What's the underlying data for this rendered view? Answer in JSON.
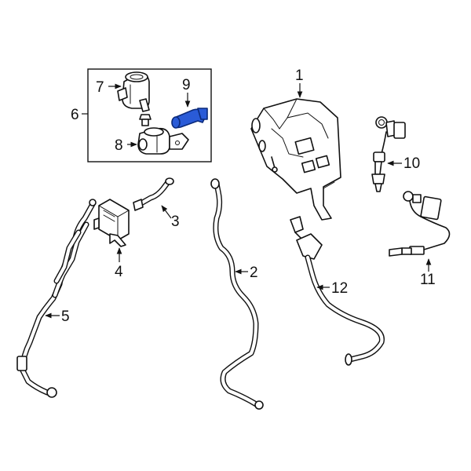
{
  "colors": {
    "line": "#111111",
    "background": "#ffffff",
    "highlight": "#2a5bd7"
  },
  "callouts": {
    "c1": "1",
    "c2": "2",
    "c3": "3",
    "c4": "4",
    "c5": "5",
    "c6": "6",
    "c7": "7",
    "c8": "8",
    "c9": "9",
    "c10": "10",
    "c11": "11",
    "c12": "12"
  },
  "highlighted_part": "9"
}
